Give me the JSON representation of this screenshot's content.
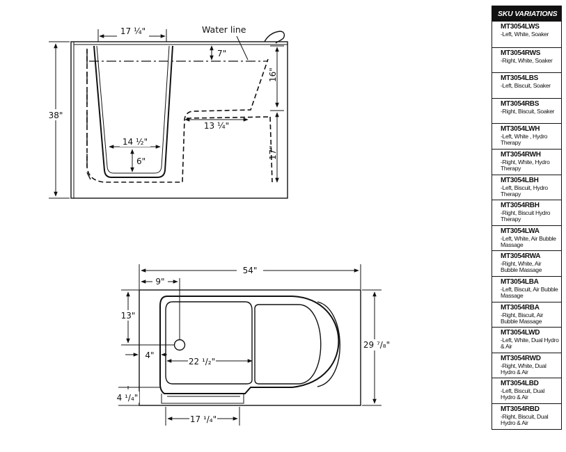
{
  "side_view": {
    "water_line_label": "Water line",
    "dim_top_width": "17 ¼\"",
    "dim_height_total": "38\"",
    "dim_water_depth": "7\"",
    "dim_seat_height_upper": "16\"",
    "dim_seat_depth": "13 ¼\"",
    "dim_seat_height_lower": "17\"",
    "dim_bottom_width": "14 ½\"",
    "dim_bottom_depth": "6\""
  },
  "top_view": {
    "dim_total_length": "54\"",
    "dim_drain_offset": "9\"",
    "dim_drain_from_top": "13\"",
    "dim_drain_from_wall": "4\"",
    "dim_footwell_length": "22 ¹/₂\"",
    "dim_total_width": "29 ⁷/₈\"",
    "dim_step_height": "4 ¹/₄\"",
    "dim_door_width": "17 ¹/₄\""
  },
  "sku_panel": {
    "title": "SKU VARIATIONS",
    "items": [
      {
        "code": "MT3054LWS",
        "desc": "-Left, White, Soaker"
      },
      {
        "code": "MT3054RWS",
        "desc": "-Right, White, Soaker"
      },
      {
        "code": "MT3054LBS",
        "desc": "-Left, Biscuit, Soaker"
      },
      {
        "code": "MT3054RBS",
        "desc": "-Right, Biscuit, Soaker"
      },
      {
        "code": "MT3054LWH",
        "desc": "-Left, White , Hydro Therapy"
      },
      {
        "code": "MT3054RWH",
        "desc": "-Right, White, Hydro Therapy"
      },
      {
        "code": "MT3054LBH",
        "desc": "-Left, Biscuit, Hydro Therapy"
      },
      {
        "code": "MT3054RBH",
        "desc": "-Right, Biscuit Hydro Therapy"
      },
      {
        "code": "MT3054LWA",
        "desc": "-Left, White, Air Bubble Massage"
      },
      {
        "code": "MT3054RWA",
        "desc": "-Right, White, Air Bubble Massage"
      },
      {
        "code": "MT3054LBA",
        "desc": "-Left, Biscuit, Air Bubble Massage"
      },
      {
        "code": "MT3054RBA",
        "desc": "-Right, Biscuit, Air Bubble Massage"
      },
      {
        "code": "MT3054LWD",
        "desc": "-Left, White, Dual Hydro & Air"
      },
      {
        "code": "MT3054RWD",
        "desc": "-Right, White, Dual Hydro & Air"
      },
      {
        "code": "MT3054LBD",
        "desc": "-Left, Biscuit, Dual Hydro & Air"
      },
      {
        "code": "MT3054RBD",
        "desc": "-Right, Biscuit, Dual Hydro & Air"
      }
    ]
  }
}
